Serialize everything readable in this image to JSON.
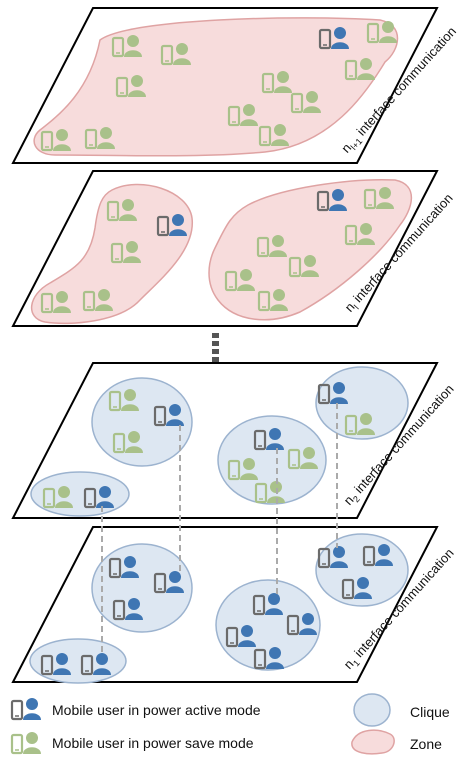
{
  "layers": [
    {
      "name": "n_{l+1} interface communication",
      "base": "n",
      "sub": "l+1",
      "suffix": " interface communication",
      "grouping": "zone"
    },
    {
      "name": "n_l interface communication",
      "base": "n",
      "sub": "l",
      "suffix": " interface communication",
      "grouping": "zone"
    },
    {
      "name": "n_2 interface communication",
      "base": "n",
      "sub": "2",
      "suffix": " interface communication",
      "grouping": "clique"
    },
    {
      "name": "n_1 interface communication",
      "base": "n",
      "sub": "1",
      "suffix": " interface communication",
      "grouping": "clique"
    }
  ],
  "legend": {
    "active": "Mobile user in power active mode",
    "save": "Mobile user in power save mode",
    "clique": "Clique",
    "zone": "Zone"
  },
  "colors": {
    "active_user": "#3f76b3",
    "active_phone": "#6b6b6b",
    "save": "#a9c18a",
    "clique_fill": "#dde7f2",
    "clique_stroke": "#9cb3cf",
    "zone_fill": "#f7dcdc",
    "zone_stroke": "#dfa3a3",
    "dashed_link": "#aaaaaa",
    "layer_border": "#000000"
  },
  "icons": {
    "active": "mobile-user-active-icon",
    "save": "mobile-user-save-icon"
  }
}
